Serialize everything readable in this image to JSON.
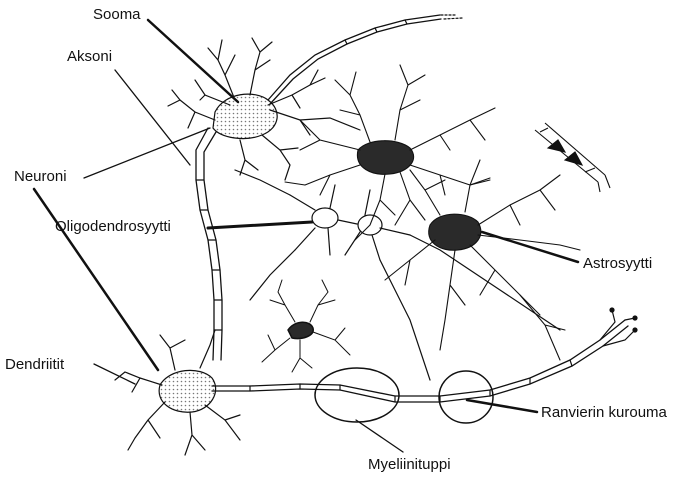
{
  "labels": {
    "sooma": "Sooma",
    "aksoni": "Aksoni",
    "neuroni": "Neuroni",
    "oligodendrosyytti": "Oligodendrosyytti",
    "astrosyytti": "Astrosyytti",
    "dendriitit": "Dendriitit",
    "ranvierin_kurouma": "Ranvierin kurouma",
    "myeliinituppi": "Myeliinituppi"
  },
  "colors": {
    "line": "#111111",
    "fill_dark": "#2a2a2a",
    "fill_dot": "#9a9a9a",
    "background": "#ffffff"
  }
}
